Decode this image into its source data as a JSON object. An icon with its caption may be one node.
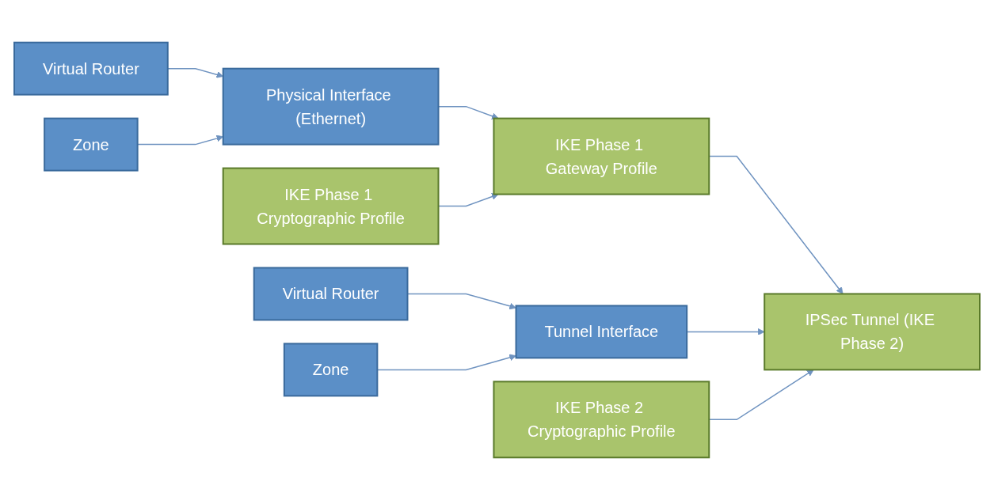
{
  "diagram": {
    "nodes": [
      {
        "text": [
          "Virtual Router"
        ]
      },
      {
        "text": [
          "Zone"
        ]
      },
      {
        "text": [
          "Physical Interface (Ethernet)"
        ]
      },
      {
        "text": [
          "IKE Phase 1 Cryptographic Profile"
        ]
      },
      {
        "text": [
          "IKE Phase 1 Gateway Profile"
        ]
      },
      {
        "text": [
          "Virtual Router"
        ]
      },
      {
        "text": [
          "Zone"
        ]
      },
      {
        "text": [
          "Tunnel Interface"
        ]
      },
      {
        "text": [
          "IKE Phase 2 Cryptographic Profile"
        ]
      },
      {
        "text": [
          "IPSec Tunnel (IKE Phase 2)"
        ]
      }
    ],
    "edges": [
      {
        "from": 0,
        "to": 2,
        "arrow": "to"
      },
      {
        "from": 1,
        "to": 2,
        "arrow": "to"
      },
      {
        "from": 2,
        "to": 4,
        "arrow": "to"
      },
      {
        "from": 3,
        "to": 4,
        "arrow": "to"
      },
      {
        "from": 4,
        "to": 9,
        "arrow": "to"
      },
      {
        "from": 5,
        "to": 7,
        "arrow": "to"
      },
      {
        "from": 6,
        "to": 7,
        "arrow": "to"
      },
      {
        "from": 7,
        "to": 9,
        "arrow": "to"
      },
      {
        "from": 8,
        "to": 9,
        "arrow": "to"
      }
    ]
  }
}
